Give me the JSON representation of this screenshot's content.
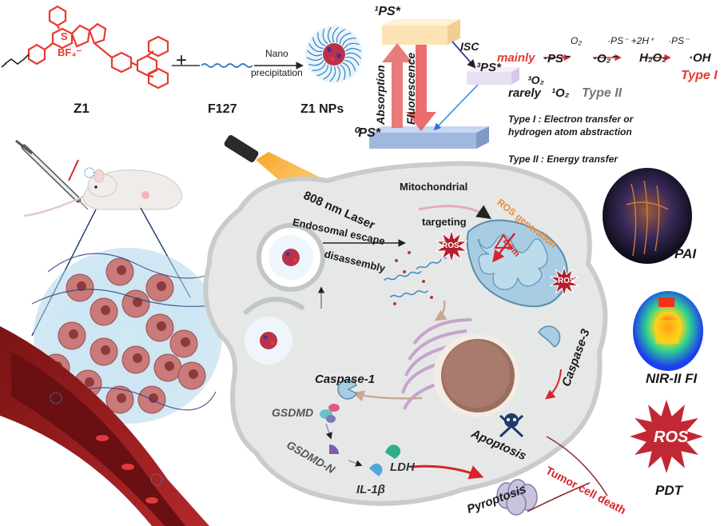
{
  "synthesis": {
    "z1_label": "Z1",
    "bf4_label": "BF₄⁻",
    "s_label": "S",
    "plus_sign": "+",
    "f127_label": "F127",
    "process_line1": "Nano",
    "process_line2": "precipitation",
    "nps_label": "Z1 NPs"
  },
  "jablonski": {
    "s1_state": "¹PS*",
    "s0_state": "⁰PS*",
    "t1_state": "³PS*",
    "absorption": "Absorption",
    "fluorescence": "Fluorescence",
    "isc": "ISC",
    "mainly": "mainly",
    "rarely": "rarely",
    "o2_reactant": "³O₂",
    "singlet_o2": "¹O₂",
    "type2_label": "Type II",
    "type1_label": "Type I",
    "chain_ps": "·PS⁻",
    "chain_o2": "O₂",
    "chain_superoxide": "·O₂⁻",
    "chain_ps2": "·PS⁻ +2H⁺",
    "chain_h2o2": "H₂O₂",
    "chain_ps3": "·PS⁻",
    "chain_oh": "·OH",
    "type1_desc_line1": "Type I : Electron transfer or",
    "type1_desc_line2": "hydrogen atom abstraction",
    "type2_desc": "Type II : Energy transfer"
  },
  "cell": {
    "laser": "808 nm Laser",
    "mito_line1": "Mitochondrial",
    "mito_line2": "targeting",
    "ros_generation": "ROS generation",
    "endosomal_escape": "Endosomal escape",
    "disassembly": "disassembly",
    "ros_burst": "ROS",
    "delta_psi": "Δψm",
    "caspase1": "Caspase-1",
    "caspase3": "Caspase-3",
    "gsdmd": "GSDMD",
    "gsdmd_n": "GSDMD-N",
    "il1b": "IL-1β",
    "ldh": "LDH",
    "apoptosis": "Apoptosis",
    "pyroptosis": "Pyroptosis",
    "tumor_death": "Tumor cell death"
  },
  "imaging": {
    "pai": "PAI",
    "nir": "NIR-II FI",
    "ros_star": "ROS",
    "pdt": "PDT"
  }
}
